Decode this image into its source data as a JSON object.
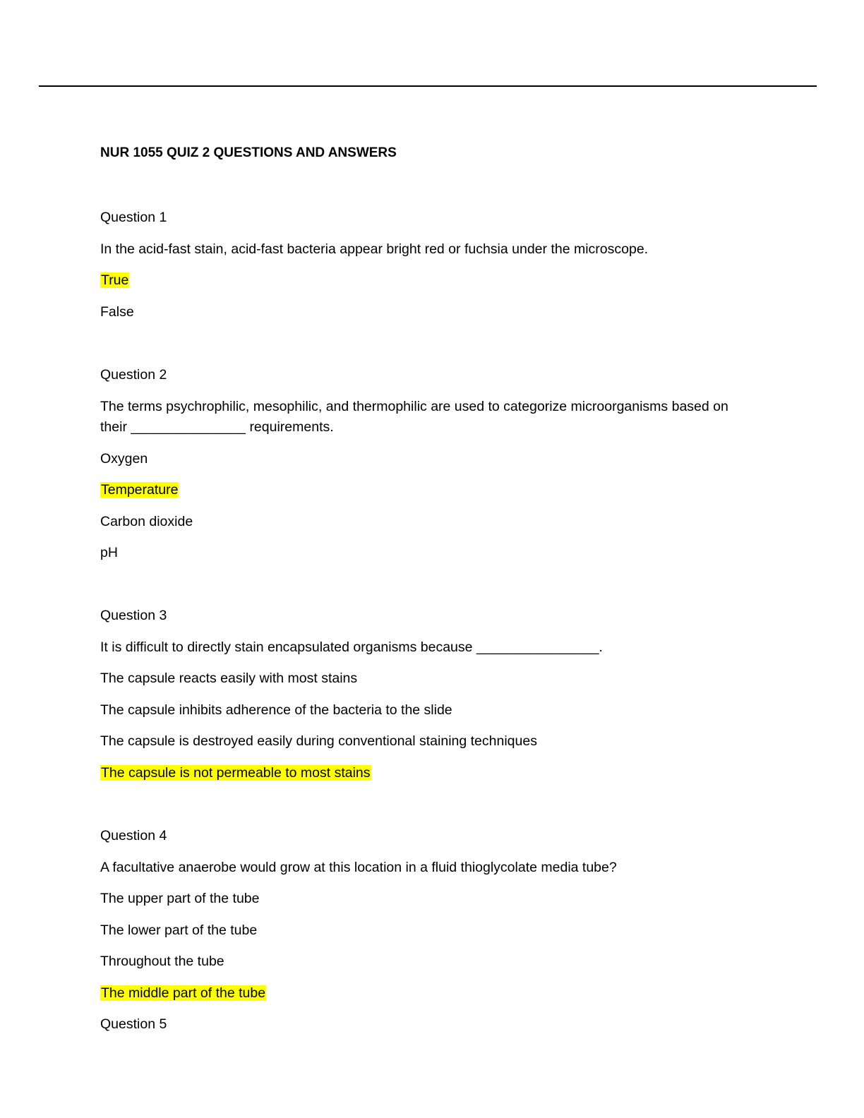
{
  "document": {
    "title": "NUR 1055 QUIZ 2 QUESTIONS AND ANSWERS",
    "highlight_color": "#ffff00",
    "questions": [
      {
        "label": "Question 1",
        "prompt": "In the acid-fast stain, acid-fast bacteria appear bright red or fuchsia under the microscope.",
        "options": [
          "True",
          "False"
        ],
        "answer_index": 0
      },
      {
        "label": "Question 2",
        "prompt": "The terms psychrophilic, mesophilic, and thermophilic are used to categorize microorganisms based on their _______________ requirements.",
        "options": [
          "Oxygen",
          "Temperature",
          "Carbon dioxide",
          "pH"
        ],
        "answer_index": 1
      },
      {
        "label": "Question 3",
        "prompt": "It is difficult to directly stain encapsulated organisms because ________________.",
        "options": [
          "The capsule reacts easily with most stains",
          "The capsule inhibits adherence of the bacteria to the slide",
          "The capsule is destroyed easily during conventional staining techniques",
          "The capsule is not permeable to most stains"
        ],
        "answer_index": 3
      },
      {
        "label": "Question 4",
        "prompt": "A facultative anaerobe would grow at this location in a fluid thioglycolate media tube?",
        "options": [
          "The upper part of the tube",
          "The lower part of the tube",
          "Throughout the tube",
          "The middle part of the tube"
        ],
        "answer_index": 3
      },
      {
        "label": "Question 5"
      }
    ]
  }
}
